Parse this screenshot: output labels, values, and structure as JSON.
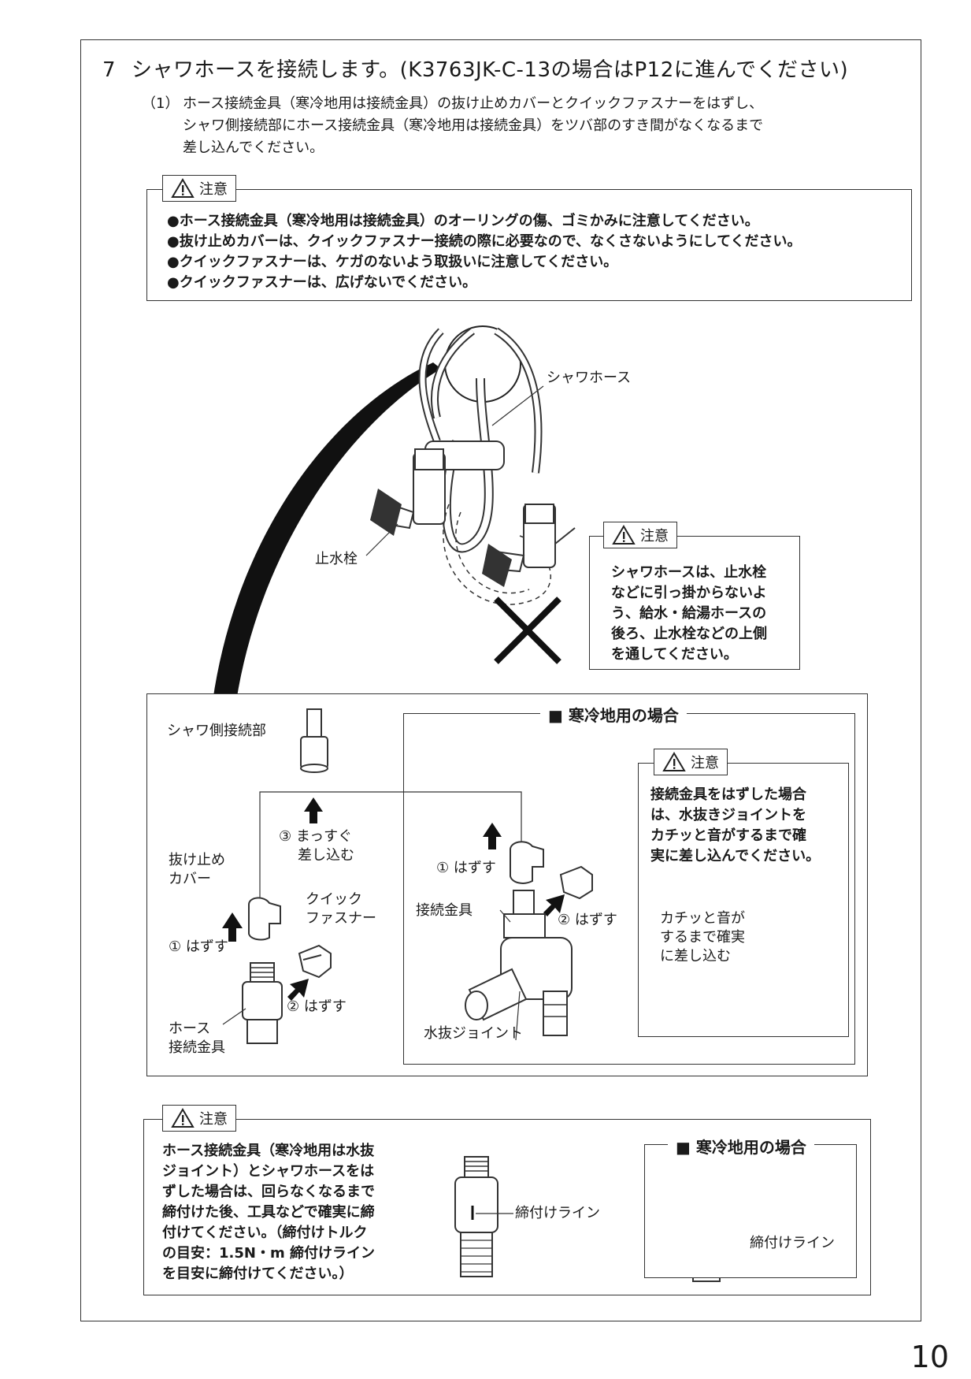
{
  "step": {
    "number": "7",
    "title": "シャワホースを接続します。(K3763JK-C-13の場合はP12に進んでください)",
    "sub_number": "（1）",
    "sub_lines": [
      "ホース接続金具（寒冷地用は接続金具）の抜け止めカバーとクイックファスナーをはずし、",
      "シャワ側接続部にホース接続金具（寒冷地用は接続金具）をツバ部のすき間がなくなるまで",
      "差し込んでください。"
    ]
  },
  "caution_label": "注意",
  "caution_top": [
    "●ホース接続金具（寒冷地用は接続金具）のオーリングの傷、ゴミかみに注意してください。",
    "●抜け止めカバーは、クイックファスナー接続の際に必要なので、なくさないようにしてください。",
    "●クイックファスナーは、ケガのないよう取扱いに注意してください。",
    "●クイックファスナーは、広げないでください。"
  ],
  "figure1": {
    "shower_hose": "シャワホース",
    "stop_valve": "止水栓",
    "caution_lines": [
      "シャワホースは、止水栓",
      "などに引っ掛からないよ",
      "う、給水・給湯ホースの",
      "後ろ、止水栓などの上側",
      "を通してください。"
    ]
  },
  "figure2": {
    "shower_connect": "シャワ側接続部",
    "step3_a": "③ まっすぐ",
    "step3_b": "差し込む",
    "cover_a": "抜け止め",
    "cover_b": "カバー",
    "step1": "① はずす",
    "fastener_a": "クイック",
    "fastener_b": "ファスナー",
    "step2": "② はずす",
    "hose_fitting_a": "ホース",
    "hose_fitting_b": "接続金具",
    "cold_title": "■ 寒冷地用の場合",
    "cold_step1": "① はずす",
    "cold_fitting": "接続金具",
    "cold_step2": "② はずす",
    "drain_joint": "水抜ジョイント",
    "cold_caution": [
      "接続金具をはずした場合",
      "は、水抜きジョイントを",
      "カチッと音がするまで確",
      "実に差し込んでください。"
    ],
    "click_a": "カチッと音が",
    "click_b": "するまで確実",
    "click_c": "に差し込む"
  },
  "bottom": {
    "caution_lines": [
      "ホース接続金具（寒冷地用は水抜",
      "ジョイント）とシャワホースをは",
      "ずした場合は、回らなくなるまで",
      "締付けた後、工具などで確実に締",
      "付けてください。（締付けトルク",
      "の目安：1.5N・m 締付けライン",
      "を目安に締付けてください。）"
    ],
    "tighten_line": "締付けライン",
    "cold_title": "■ 寒冷地用の場合",
    "cold_tighten_line": "締付けライン"
  },
  "page_number": "10"
}
